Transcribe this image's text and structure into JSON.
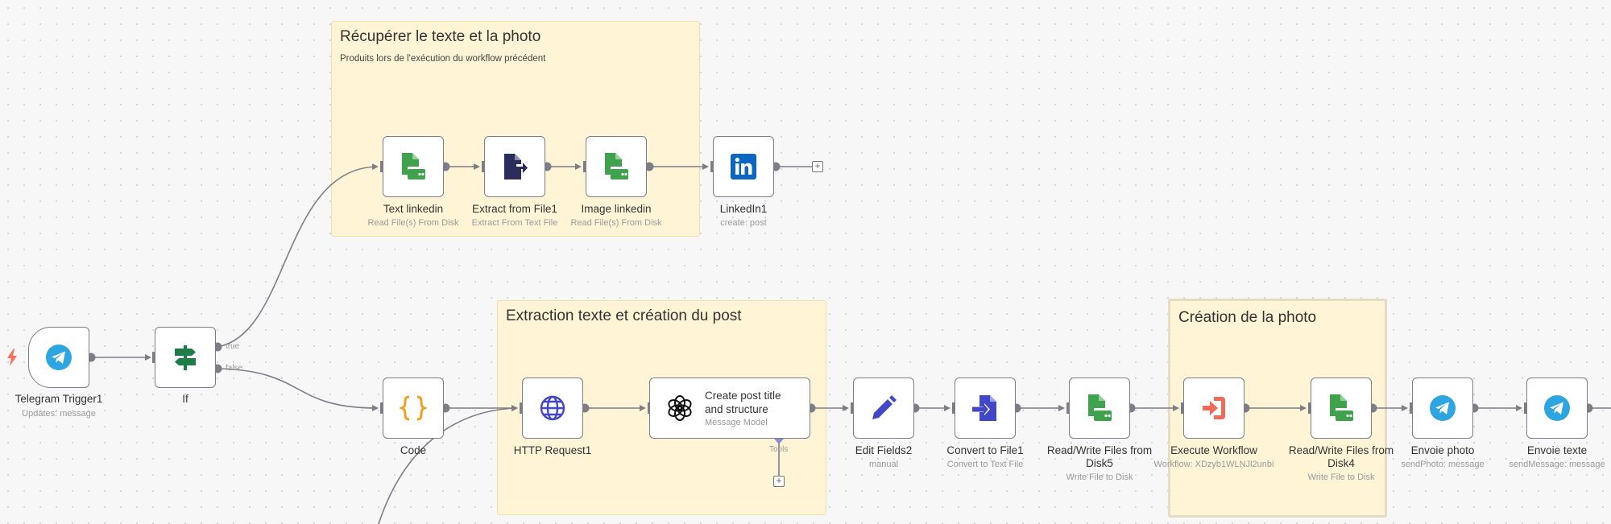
{
  "stickies": [
    {
      "id": "recuperer",
      "title": "Récupérer le texte et la photo",
      "subtitle": "Produits lors de l'exécution du workflow précédent"
    },
    {
      "id": "extraction",
      "title": "Extraction texte et création du post",
      "subtitle": ""
    },
    {
      "id": "creation",
      "title": "Création de la photo",
      "subtitle": ""
    }
  ],
  "nodes": {
    "telegram_trigger": {
      "label": "Telegram Trigger1",
      "sublabel": "Updates: message",
      "icon": "telegram-icon"
    },
    "if": {
      "label": "If",
      "sublabel": "",
      "icon": "signpost-icon",
      "true_label": "true",
      "false_label": "false"
    },
    "text_linkedin": {
      "label": "Text linkedin",
      "sublabel": "Read File(s) From Disk",
      "icon": "file-disk-icon"
    },
    "extract_from_file": {
      "label": "Extract from File1",
      "sublabel": "Extract From Text File",
      "icon": "file-export-icon"
    },
    "image_linkedin": {
      "label": "Image linkedin",
      "sublabel": "Read File(s) From Disk",
      "icon": "file-disk-icon"
    },
    "linkedin1": {
      "label": "LinkedIn1",
      "sublabel": "create: post",
      "icon": "linkedin-icon"
    },
    "code": {
      "label": "Code",
      "sublabel": "",
      "icon": "code-braces-icon"
    },
    "http_request": {
      "label": "HTTP Request1",
      "sublabel": "",
      "icon": "globe-icon"
    },
    "create_post": {
      "label": "Create post title and structure",
      "sublabel": "Message Model",
      "icon": "openai-icon",
      "tools_label": "Tools"
    },
    "edit_fields": {
      "label": "Edit Fields2",
      "sublabel": "manual",
      "icon": "pencil-icon"
    },
    "convert_to_file": {
      "label": "Convert to File1",
      "sublabel": "Convert to Text File",
      "icon": "file-import-icon"
    },
    "rw_files_5": {
      "label": "Read/Write Files from Disk5",
      "sublabel": "Write File to Disk",
      "icon": "file-disk-icon"
    },
    "execute_workflow": {
      "label": "Execute Workflow",
      "sublabel": "Workflow: XDzyb1WLNJl2unbi",
      "icon": "sign-in-icon"
    },
    "rw_files_4": {
      "label": "Read/Write Files from Disk4",
      "sublabel": "Write File to Disk",
      "icon": "file-disk-icon"
    },
    "envoie_photo": {
      "label": "Envoie photo",
      "sublabel": "sendPhoto: message",
      "icon": "telegram-icon"
    },
    "envoie_texte": {
      "label": "Envoie texte",
      "sublabel": "sendMessage: message",
      "icon": "telegram-icon"
    }
  },
  "colors": {
    "sticky_bg": "#fff5d6",
    "edge": "#7d7d87",
    "telegram": "#2ca5e0",
    "file_green": "#3fa34d",
    "extract_navy": "#2b2e5c",
    "linkedin": "#0a66c2",
    "code_orange": "#f29d1b",
    "http_blue": "#4247c9",
    "edit_blue": "#4247c9",
    "execute_red": "#ef6c5a",
    "trigger_bolt": "#ff6d5a"
  }
}
